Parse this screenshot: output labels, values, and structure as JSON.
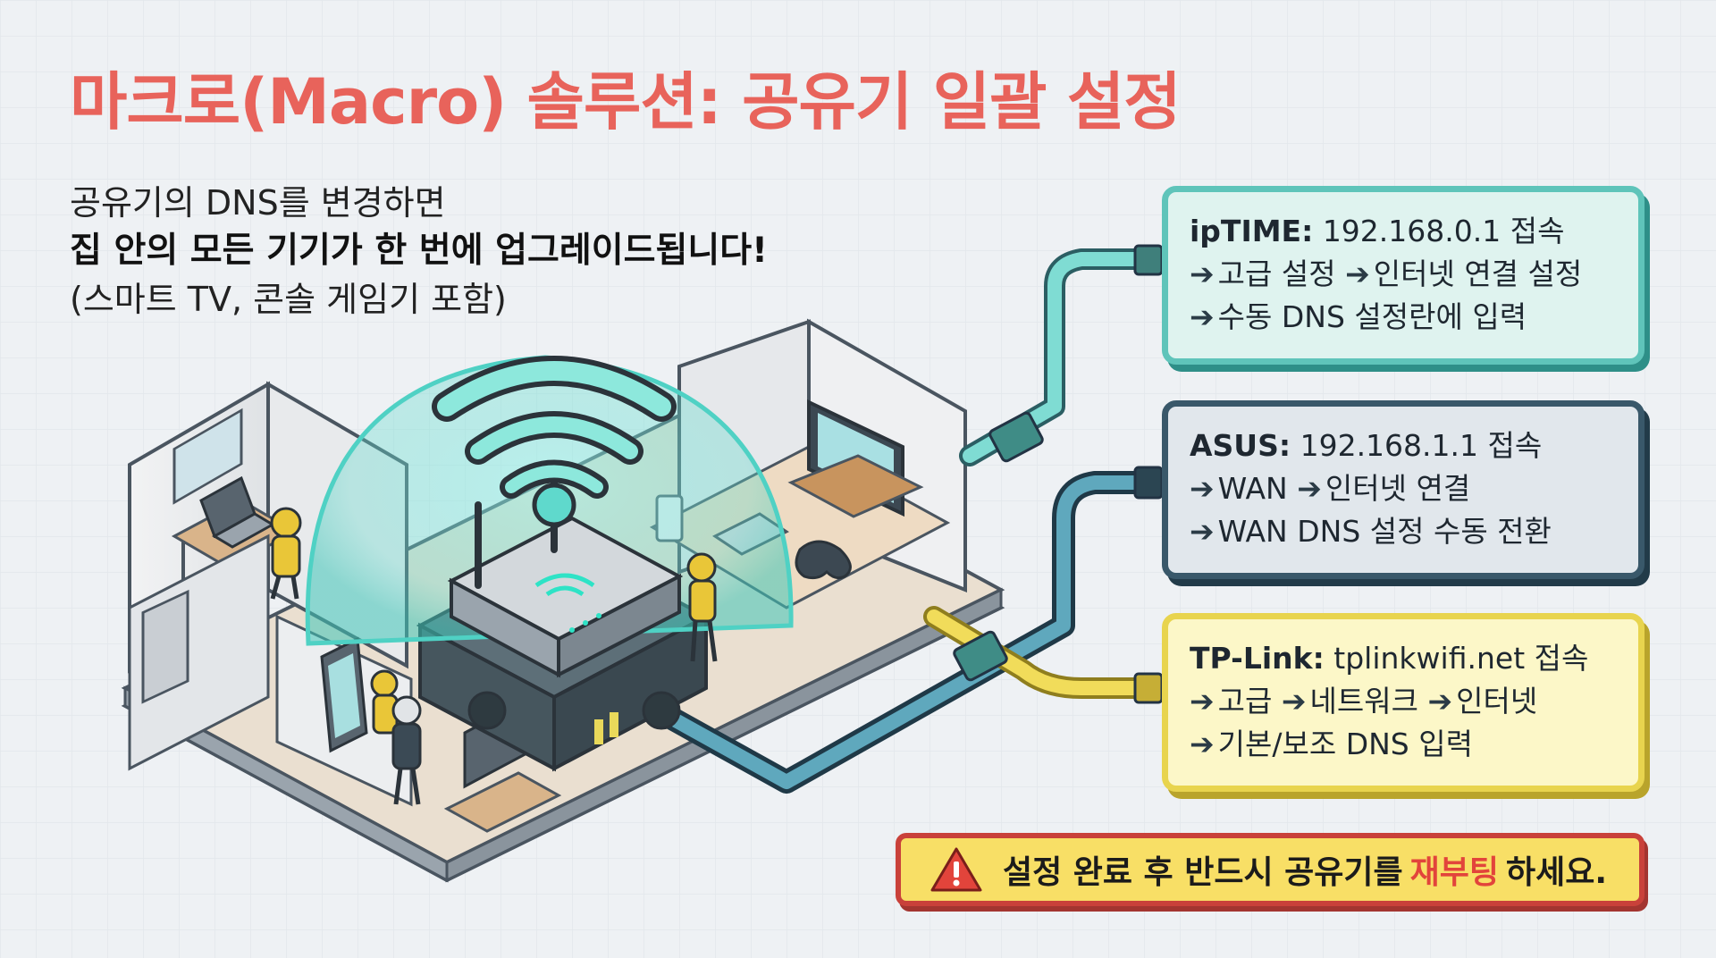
{
  "title": "마크로(Macro) 솔루션: 공유기 일괄 설정",
  "intro": {
    "line1": "공유기의 DNS를 변경하면",
    "line2": "집 안의 모든 기기가 한 번에 업그레이드됩니다!",
    "line3": "(스마트 TV, 콘솔 게임기 포함)"
  },
  "cards": {
    "iptime": {
      "brand": "ipTIME:",
      "access": "192.168.0.1 접속",
      "step1a": "고급 설정",
      "step1b": "인터넷 연결 설정",
      "step2": "수동 DNS 설정란에 입력"
    },
    "asus": {
      "brand": "ASUS:",
      "access": "192.168.1.1 접속",
      "step1a": "WAN",
      "step1b": "인터넷 연결",
      "step2": "WAN DNS 설정 수동 전환"
    },
    "tplink": {
      "brand": "TP-Link:",
      "access": "tplinkwifi.net 접속",
      "step1a": "고급",
      "step1b": "네트워크",
      "step1c": "인터넷",
      "step2": "기본/보조 DNS 입력"
    }
  },
  "warning": {
    "before": "설정 완료 후 반드시 공유기를",
    "highlight": "재부팅",
    "after": "하세요."
  },
  "colors": {
    "title": "#e8635b",
    "teal": "#5fc4ba",
    "navy": "#39586a",
    "yellow": "#e8d44e",
    "warning_red": "#e2443b"
  },
  "icons": [
    "router-icon",
    "wifi-icon",
    "warning-icon",
    "laptop-icon",
    "tv-icon",
    "gamepad-icon",
    "tablet-icon"
  ]
}
